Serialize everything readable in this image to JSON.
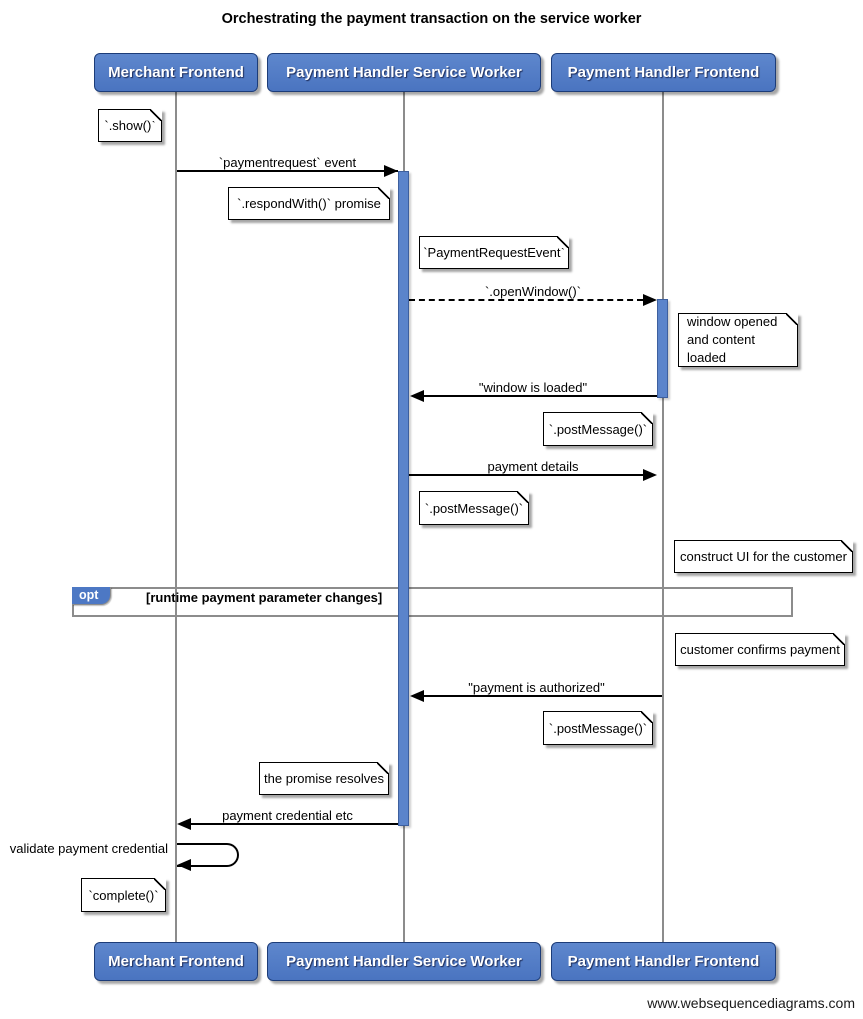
{
  "title": "Orchestrating the payment transaction on the service worker",
  "footer": "www.websequencediagrams.com",
  "colors": {
    "actor_fill": "#4d78c4",
    "actor_border": "#1c3c78",
    "activation_fill": "#5b84cb",
    "lifeline": "#8c8c8c",
    "frame_border": "#8c8c8c",
    "note_fill": "#ffffff",
    "note_border": "#000000",
    "arrow": "#000000"
  },
  "actors": {
    "merchant": "Merchant Frontend",
    "service_worker": "Payment Handler Service Worker",
    "handler_frontend": "Payment Handler Frontend"
  },
  "messages": {
    "payment_request": "`paymentrequest` event",
    "open_window": "`.openWindow()`",
    "window_loaded": "\"window is loaded\"",
    "payment_details": "payment details",
    "payment_authorized": "\"payment is authorized\"",
    "payment_credential": "payment credential etc",
    "validate_credential": "validate payment credential"
  },
  "notes": {
    "show": "`.show()`",
    "respond_with": "`.respondWith()` promise",
    "payment_request_event": "`PaymentRequestEvent`",
    "window_opened": {
      "line1": "window opened",
      "line2": "and content loaded"
    },
    "post_message_to_frontend": "`.postMessage()`",
    "post_message_to_worker": "`.postMessage()`",
    "construct_ui": "construct UI for the customer",
    "customer_confirms": "customer confirms payment",
    "post_message_authorized": "`.postMessage()`",
    "promise_resolves": "the promise resolves",
    "complete": "`complete()`"
  },
  "opt_frame": {
    "label": "opt",
    "condition": "[runtime payment parameter changes]"
  }
}
